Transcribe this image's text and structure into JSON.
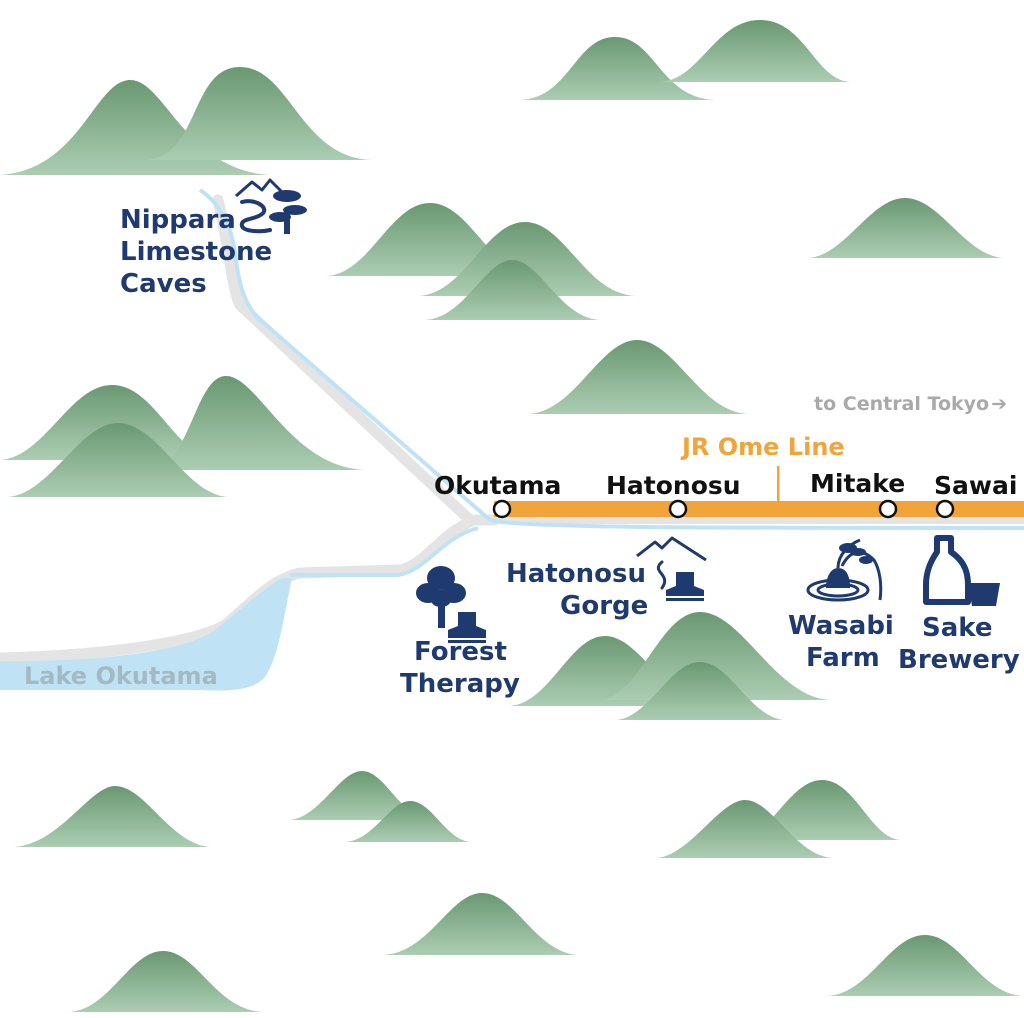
{
  "colors": {
    "mountain_top": "#6a9872",
    "mountain_bottom": "#a9ccb0",
    "river": "#bfe3f5",
    "road": "#e6e6e6",
    "rail": "#f0a43a",
    "navy": "#1e3a6e",
    "station_text": "#111111",
    "grey_text": "#a9a9a9",
    "lake_text": "#a4b9c2"
  },
  "line": {
    "name": "JR Ome Line",
    "direction": "to Central Tokyo"
  },
  "stations": [
    {
      "name": "Okutama"
    },
    {
      "name": "Hatonosu"
    },
    {
      "name": "Mitake"
    },
    {
      "name": "Sawai"
    }
  ],
  "attractions": {
    "caves": {
      "line1": "Nippara",
      "line2": "Limestone",
      "line3": "Caves",
      "icon": "mountain-tree-icon"
    },
    "forest": {
      "line1": "Forest",
      "line2": "Therapy",
      "icon": "tree-boot-icon"
    },
    "gorge": {
      "line1": "Hatonosu",
      "line2": "Gorge",
      "icon": "gorge-boot-icon"
    },
    "wasabi": {
      "line1": "Wasabi",
      "line2": "Farm",
      "icon": "wasabi-icon"
    },
    "sake": {
      "line1": "Sake",
      "line2": "Brewery",
      "icon": "sake-bottle-icon"
    }
  },
  "lake": {
    "name": "Lake Okutama"
  }
}
